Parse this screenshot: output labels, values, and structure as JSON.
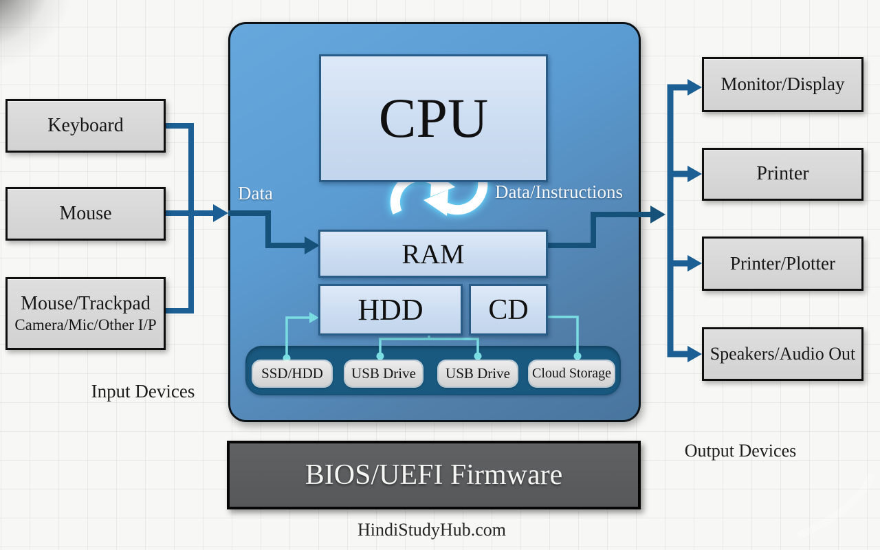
{
  "title_context": "Computer block diagram",
  "input_devices": {
    "section_label": "Input Devices",
    "items": [
      {
        "label": "Keyboard"
      },
      {
        "label": "Mouse"
      },
      {
        "label": "Mouse/Trackpad",
        "sublabel": "Camera/Mic/Other I/P"
      }
    ]
  },
  "output_devices": {
    "section_label": "Output Devices",
    "items": [
      {
        "label": "Monitor/Display"
      },
      {
        "label": "Printer"
      },
      {
        "label": "Printer/Plotter"
      },
      {
        "label": "Speakers/Audio Out"
      }
    ]
  },
  "system_unit": {
    "cpu_label": "CPU",
    "ram_label": "RAM",
    "hdd_label": "HDD",
    "cd_label": "CD",
    "data_flow_in_label": "Data",
    "data_flow_out_label": "Data/Instructions"
  },
  "storage": {
    "items": [
      {
        "label": "SSD/HDD"
      },
      {
        "label": "USB Drive"
      },
      {
        "label": "USB Drive"
      },
      {
        "label": "Cloud Storage"
      }
    ]
  },
  "firmware": {
    "label": "BIOS/UEFI Firmware"
  },
  "footer": {
    "credit": "HindiStudyHub.com"
  },
  "colors": {
    "bus_arrow_blue": "#1b5f94",
    "container_blue_top": "#66a8dc",
    "container_blue_bottom": "#48759e",
    "inner_box_fill": "#cfdef2",
    "inner_box_border": "#2a5c88",
    "storage_bar_navy": "#19587f",
    "storage_link_cyan": "#7adde2",
    "device_box_gray": "#d6d6d6",
    "firmware_gray": "#5b5c5e",
    "background": "#f7f7f5"
  }
}
